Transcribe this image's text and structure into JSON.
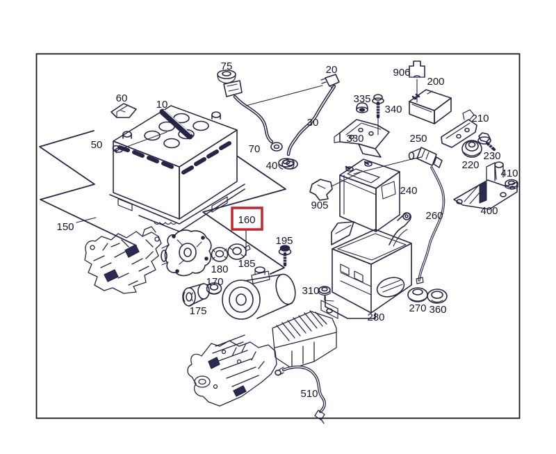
{
  "colors": {
    "ink": "#252547",
    "highlight_red": "#c8222a",
    "frame": "#1a1a1a",
    "background": "#ffffff"
  },
  "diagram": {
    "type": "exploded-parts-diagram",
    "highlighted_part": "160",
    "labels": {
      "p10": "10",
      "p20": "20",
      "p30": "30",
      "p40": "40",
      "p50": "50",
      "p60": "60",
      "p70": "70",
      "p75": "75",
      "p150": "150",
      "p160": "160",
      "p170": "170",
      "p175": "175",
      "p180": "180",
      "p185": "185",
      "p195": "195",
      "p200": "200",
      "p210": "210",
      "p220": "220",
      "p230": "230",
      "p240": "240",
      "p250": "250",
      "p260": "260",
      "p270": "270",
      "p280": "280",
      "p310": "310",
      "p330": "330",
      "p335": "335",
      "p340": "340",
      "p360": "360",
      "p400": "400",
      "p410": "410",
      "p510": "510",
      "p905": "905",
      "p906": "906"
    }
  }
}
